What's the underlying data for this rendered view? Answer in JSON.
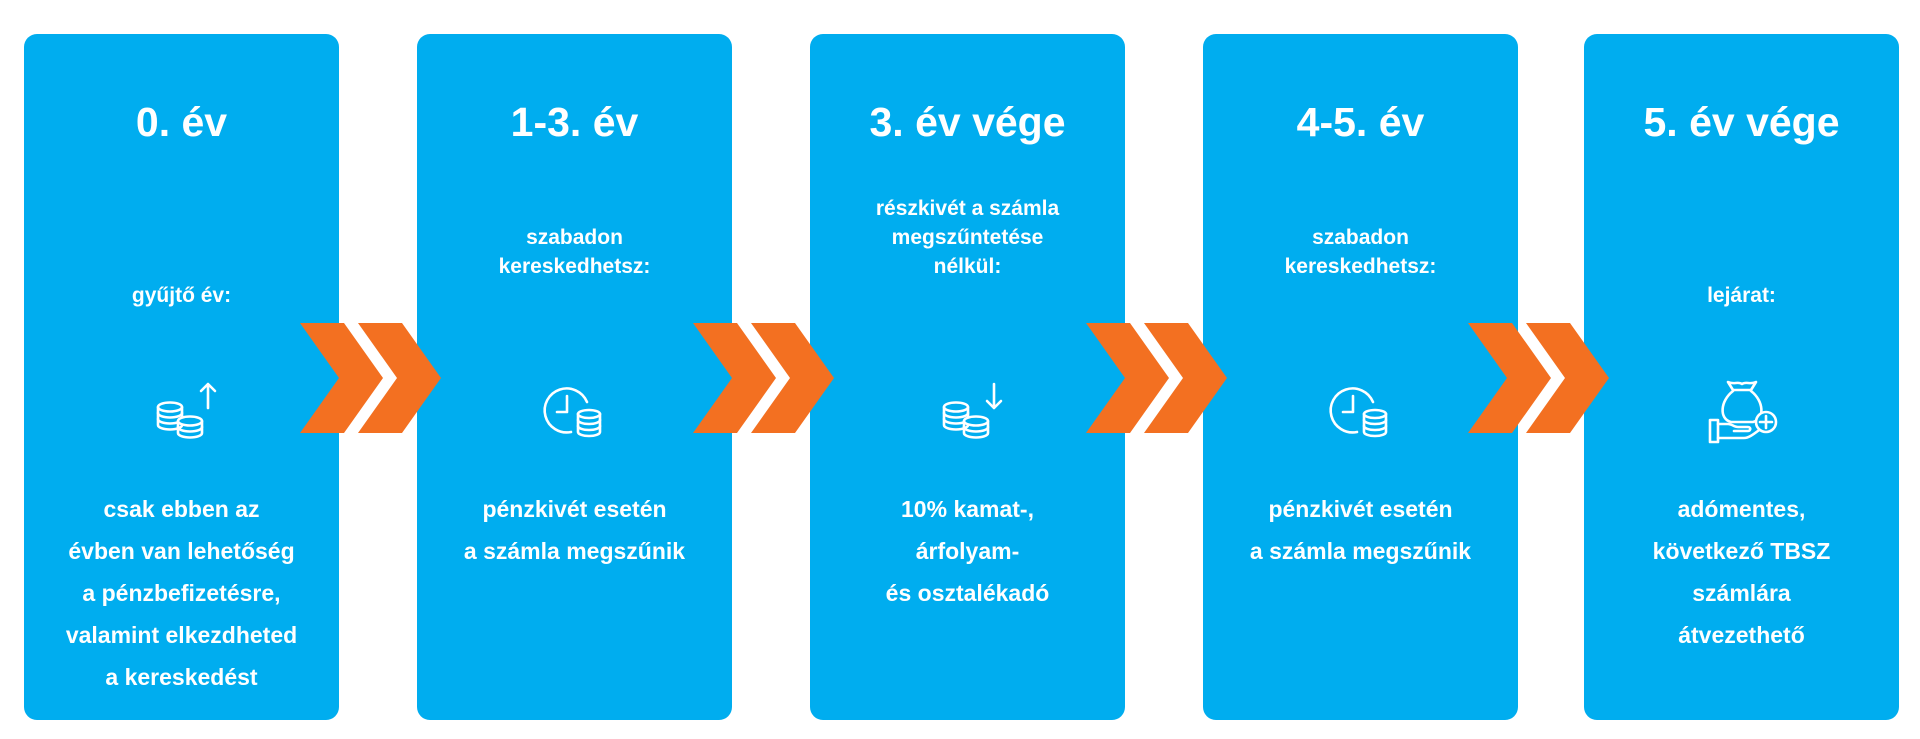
{
  "colors": {
    "card": "#00adef",
    "arrow": "#f37021",
    "text": "#ffffff"
  },
  "steps": [
    {
      "title": "0. év",
      "subtitle": [
        "gyűjtő év:"
      ],
      "icon": "coins-up-arrow-icon",
      "description": [
        "csak ebben az",
        "évben van lehetőség",
        "a pénzbefizetésre,",
        "valamint elkezdheted",
        "a kereskedést"
      ]
    },
    {
      "title": "1-3. év",
      "subtitle": [
        "szabadon",
        "kereskedhetsz:"
      ],
      "icon": "clock-coins-icon",
      "description": [
        "pénzkivét esetén",
        "a számla megszűnik"
      ]
    },
    {
      "title": "3. év vége",
      "subtitle": [
        "részkivét a számla",
        "megszűntetése",
        "nélkül:"
      ],
      "icon": "coins-down-arrow-icon",
      "description": [
        "10% kamat-,",
        "árfolyam-",
        "és osztalékadó"
      ]
    },
    {
      "title": "4-5. év",
      "subtitle": [
        "szabadon",
        "kereskedhetsz:"
      ],
      "icon": "clock-coins-icon",
      "description": [
        "pénzkivét esetén",
        "a számla megszűnik"
      ]
    },
    {
      "title": "5. év vége",
      "subtitle": [
        "lejárat:"
      ],
      "icon": "money-bag-hand-plus-icon",
      "description": [
        "adómentes,",
        "következő TBSZ",
        "számlára",
        "átvezethető"
      ]
    }
  ]
}
